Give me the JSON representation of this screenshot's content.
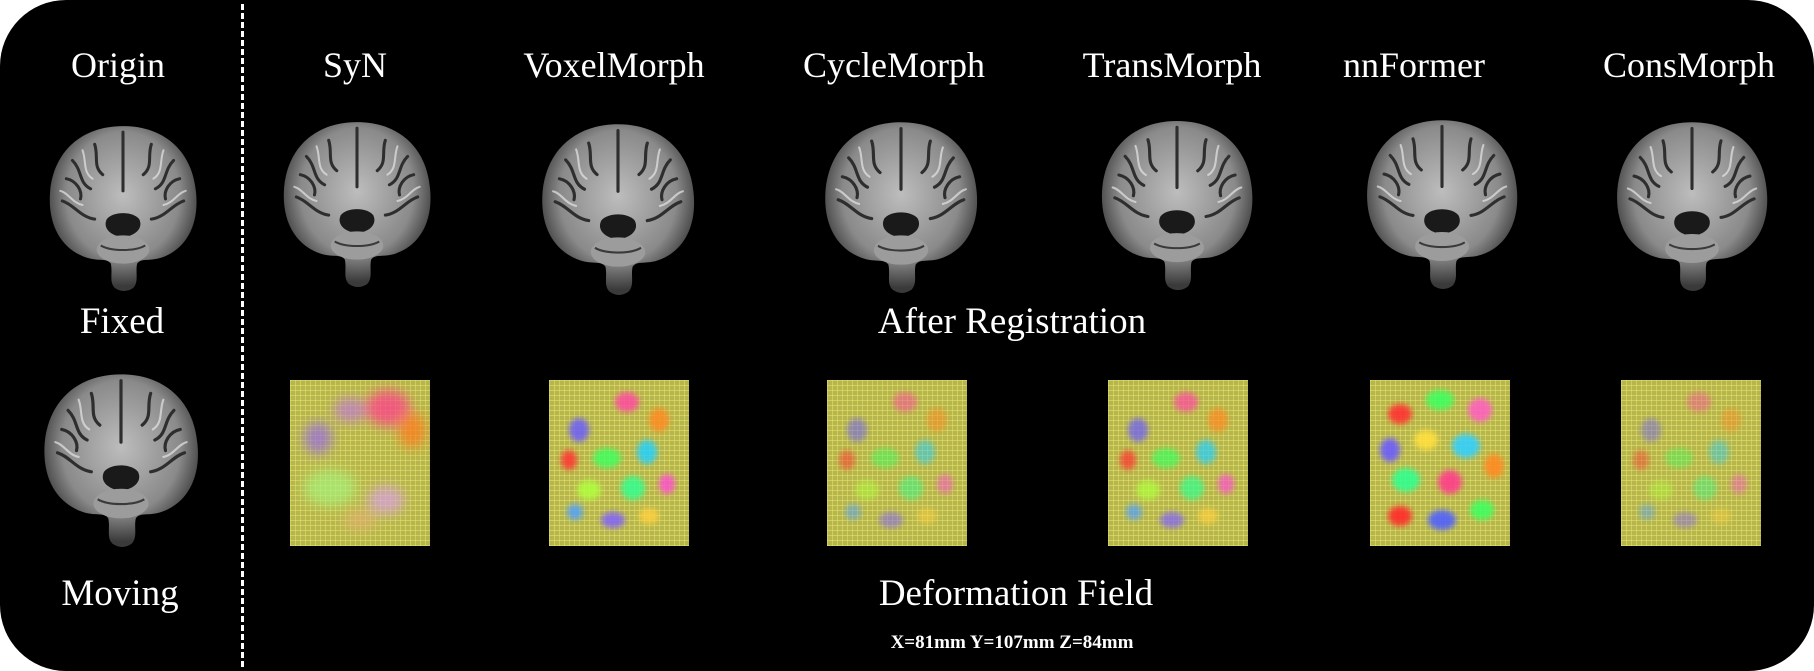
{
  "figure": {
    "origin_label": "Origin",
    "fixed_label": "Fixed",
    "moving_label": "Moving",
    "after_registration_label": "After Registration",
    "deformation_field_label": "Deformation Field",
    "coordinates_caption": "X=81mm Y=107mm Z=84mm",
    "methods": [
      {
        "name": "SyN"
      },
      {
        "name": "VoxelMorph"
      },
      {
        "name": "CycleMorph"
      },
      {
        "name": "TransMorph"
      },
      {
        "name": "nnFormer"
      },
      {
        "name": "ConsMorph"
      }
    ]
  },
  "colors": {
    "background": "#000000",
    "text": "#ffffff",
    "grid_base": "#b8b84f",
    "grid_line": "#e6e066"
  }
}
